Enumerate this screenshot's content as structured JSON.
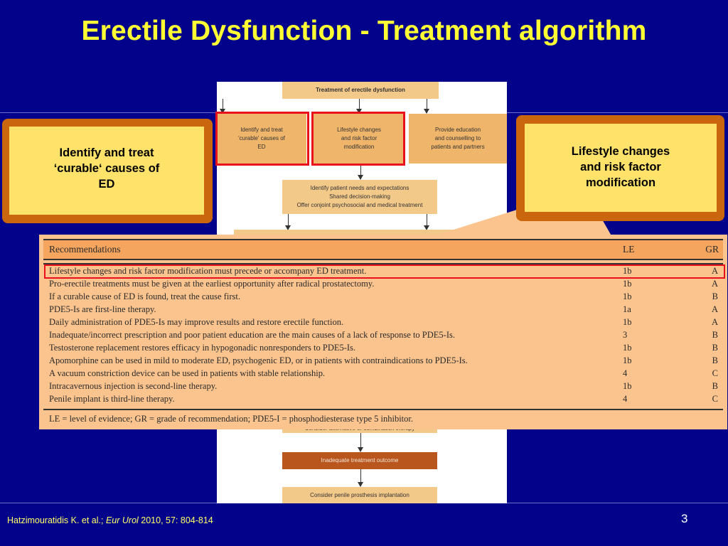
{
  "title": "Erectile Dysfunction - Treatment algorithm",
  "flowchart": {
    "top_box": "Treatment of erectile dysfunction",
    "box_identify": "Identify and treat\n'curable' causes of\nED",
    "box_lifestyle": "Lifestyle changes\nand risk factor\nmodification",
    "box_education": "Provide education\nand counselling to\npatients and partners",
    "box_needs": "Identify patient needs and expectations\nShared decision-making\nOffer conjoint psychosocial and medical treatment",
    "box_alternative": "Consider alternative or combination therapy",
    "box_inadequate": "Inadequate treatment outcome",
    "box_prosthesis": "Consider penile prosthesis implantation"
  },
  "callout_left": "Identify and treat\n‘curable‘ causes of\nED",
  "callout_right": "Lifestyle changes\nand risk factor\nmodification",
  "recommendations": {
    "header": {
      "text": "Recommendations",
      "le": "LE",
      "gr": "GR"
    },
    "rows": [
      {
        "text": "Lifestyle changes and risk factor modification must precede or accompany ED treatment.",
        "le": "1b",
        "gr": "A"
      },
      {
        "text": "Pro-erectile treatments must be given at the earliest opportunity after radical prostatectomy.",
        "le": "1b",
        "gr": "A"
      },
      {
        "text": "If a curable cause of ED is found, treat the cause first.",
        "le": "1b",
        "gr": "B"
      },
      {
        "text": "PDE5-Is are first-line therapy.",
        "le": "1a",
        "gr": "A"
      },
      {
        "text": "Daily administration of PDE5-Is may improve results and restore erectile function.",
        "le": "1b",
        "gr": "A"
      },
      {
        "text": "Inadequate/incorrect prescription and poor patient education are the main causes of a lack of response to PDE5-Is.",
        "le": "3",
        "gr": "B"
      },
      {
        "text": "Testosterone replacement restores efficacy in hypogonadic nonresponders to PDE5-Is.",
        "le": "1b",
        "gr": "B"
      },
      {
        "text": "Apomorphine can be used in mild to moderate ED, psychogenic ED, or in patients with contraindications to PDE5-Is.",
        "le": "1b",
        "gr": "B"
      },
      {
        "text": "A vacuum constriction device can be used in patients with stable relationship.",
        "le": "4",
        "gr": "C"
      },
      {
        "text": "Intracavernous injection is second-line therapy.",
        "le": "1b",
        "gr": "B"
      },
      {
        "text": "Penile implant is third-line therapy.",
        "le": "4",
        "gr": "C"
      }
    ],
    "footnote": "LE = level of evidence; GR = grade of recommendation; PDE5-I = phosphodiesterase type 5 inhibitor."
  },
  "footer": {
    "authors": "Hatzimouratidis K. et al.; ",
    "journal": "Eur Urol",
    "details": " 2010, 57: 804-814"
  },
  "page_number": "3",
  "colors": {
    "background": "#02028a",
    "title": "#ffff33",
    "callout_border": "#c9660e",
    "callout_fill": "#ffe26a",
    "highlight": "#e8101c"
  }
}
